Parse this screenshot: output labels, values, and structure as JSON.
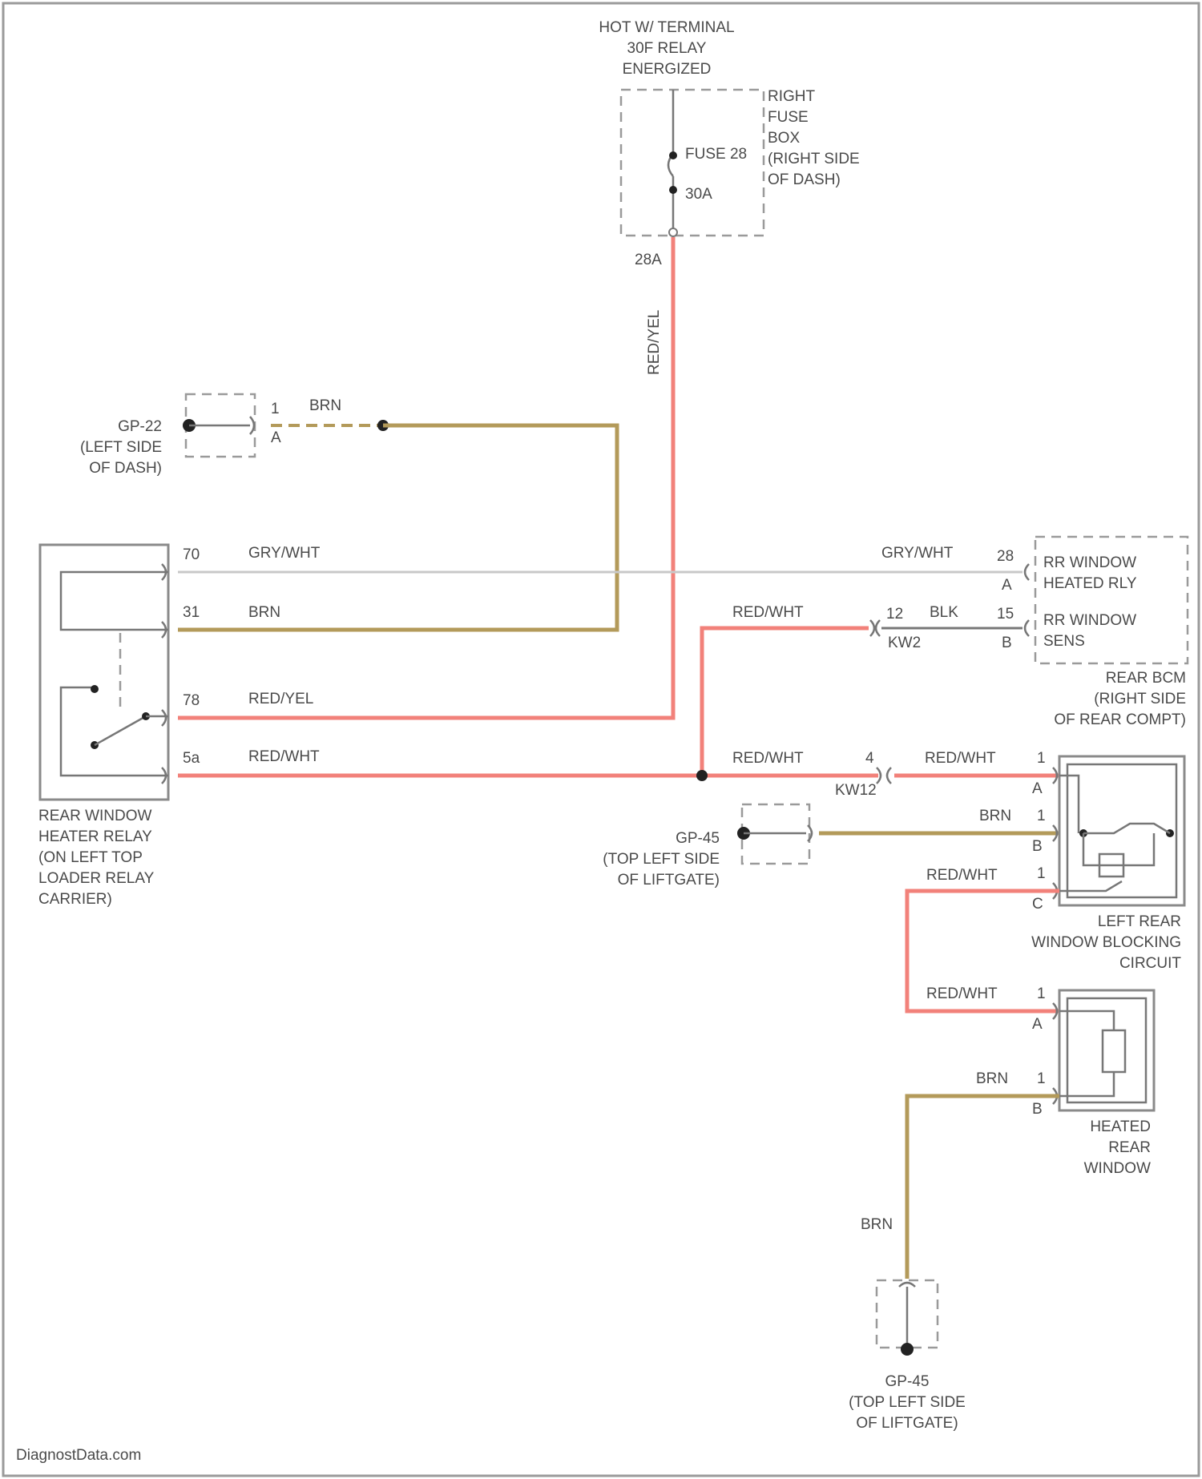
{
  "hot_source": {
    "lines": [
      "HOT W/ TERMINAL",
      "30F RELAY",
      "ENERGIZED"
    ]
  },
  "fuse_box": {
    "lines": [
      "RIGHT",
      "FUSE",
      "BOX",
      "(RIGHT SIDE",
      "OF DASH)"
    ],
    "fuse_label": "FUSE 28",
    "fuse_rating": "30A",
    "pin": "28A"
  },
  "gp_dash": {
    "lines": [
      "GP-22",
      "(LEFT SIDE",
      "OF DASH)"
    ],
    "pin_num": "1",
    "pin_letter": "A",
    "wire_label": "BRN"
  },
  "relay": {
    "lines": [
      "REAR WINDOW",
      "HEATER RELAY",
      "(ON LEFT TOP",
      "LOADER RELAY",
      "CARRIER)"
    ],
    "pins": [
      {
        "id": "70",
        "wire": "GRY/WHT"
      },
      {
        "id": "31",
        "wire": "BRN"
      },
      {
        "id": "78",
        "wire": "RED/YEL"
      },
      {
        "id": "5a",
        "wire": "RED/WHT"
      }
    ]
  },
  "vertical_wire_label": "RED/YEL",
  "rear_bcm": {
    "lines": [
      "REAR BCM",
      "(RIGHT SIDE",
      "OF REAR COMPT)"
    ],
    "item1": {
      "lines": [
        "RR WINDOW",
        "HEATED RLY"
      ],
      "pin_num": "28",
      "pin_letter": "A",
      "wire": "GRY/WHT"
    },
    "item2": {
      "lines": [
        "RR WINDOW",
        "SENS"
      ],
      "pin_num": "15",
      "pin_letter": "B",
      "wire": "BLK"
    },
    "inline_connector": {
      "pin": "12",
      "code": "KW2",
      "wire": "RED/WHT"
    }
  },
  "splice": {
    "wire_left": "RED/WHT",
    "connector_pin": "4",
    "connector_code": "KW12",
    "wire_right": "RED/WHT"
  },
  "gp_liftgate_1": {
    "lines": [
      "GP-45",
      "(TOP LEFT SIDE",
      "OF LIFTGATE)"
    ],
    "wire": "BRN"
  },
  "blocking_circuit": {
    "lines": [
      "LEFT REAR",
      "WINDOW BLOCKING",
      "CIRCUIT"
    ],
    "pins": [
      {
        "num": "1",
        "letter": "A"
      },
      {
        "num": "1",
        "letter": "B"
      },
      {
        "num": "1",
        "letter": "C"
      }
    ],
    "out_wire": "RED/WHT"
  },
  "heated_window": {
    "lines": [
      "HEATED",
      "REAR",
      "WINDOW"
    ],
    "pins": [
      {
        "num": "1",
        "letter": "A",
        "wire": "RED/WHT"
      },
      {
        "num": "1",
        "letter": "B",
        "wire": "BRN"
      }
    ]
  },
  "ground_wire_label": "BRN",
  "gp_liftgate_2": {
    "lines": [
      "GP-45",
      "(TOP LEFT SIDE",
      "OF LIFTGATE)"
    ]
  },
  "watermark": "DiagnostData.com"
}
